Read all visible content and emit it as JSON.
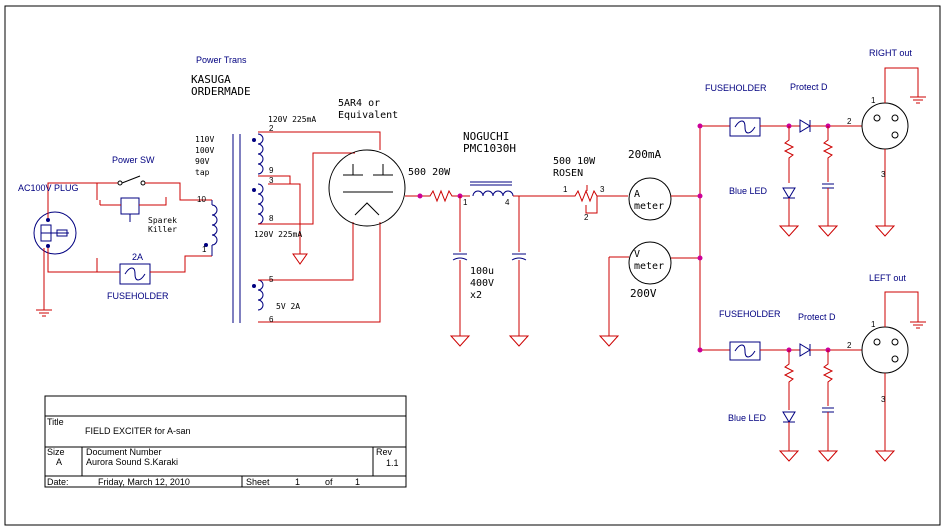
{
  "labels": {
    "ac_plug": "AC100V PLUG",
    "power_trans": "Power Trans",
    "power_sw": "Power SW",
    "kasuga": "KASUGA",
    "ordermade": "ORDERMADE",
    "spark_killer_1": "Sparek",
    "spark_killer_2": "Killer",
    "fuse_2a": "2A",
    "fuseholder_left": "FUSEHOLDER",
    "tap_110": "110V",
    "tap_100": "100V",
    "tap_90": "90V",
    "tap": "tap",
    "pin_10": "10",
    "pin_1": "1",
    "sec_top": "120V 225mA",
    "sec_bottom": "120V 225mA",
    "pin_2": "2",
    "pin_9": "9",
    "pin_3": "3",
    "pin_8": "8",
    "pin_5": "5",
    "pin_6": "6",
    "fil": "5V 2A",
    "tube_1": "5AR4 or",
    "tube_2": "Equivalent",
    "res_500_20": "500 20W",
    "choke_1": "NOGUCHI",
    "choke_2": "PMC1030H",
    "choke_pin_l": "1",
    "choke_pin_r": "4",
    "cap_1": "100u",
    "cap_2": "400V",
    "cap_3": "x2",
    "rheo_1": "500 10W",
    "rheo_2": "ROSEN",
    "rheo_p1": "1",
    "rheo_p2": "2",
    "rheo_p3": "3",
    "amp_rating": "200mA",
    "ameter_1": "A",
    "ameter_2": "meter",
    "vmeter_1": "V",
    "vmeter_2": "meter",
    "volt_rating": "200V",
    "fuseholder_r1": "FUSEHOLDER",
    "protect_r1": "Protect D",
    "right_out": "RIGHT out",
    "blue_led_1": "Blue LED",
    "fuseholder_r2": "FUSEHOLDER",
    "protect_r2": "Protect D",
    "left_out": "LEFT out",
    "blue_led_2": "Blue LED",
    "xlr_r_1": "1",
    "xlr_r_2": "2",
    "xlr_r_3": "3",
    "xlr_l_1": "1",
    "xlr_l_2": "2",
    "xlr_l_3": "3"
  },
  "title_block": {
    "title_label": "Title",
    "title_value": "FIELD EXCITER for A-san",
    "size_label": "Size",
    "size_value": "A",
    "docnum_label": "Document Number",
    "docnum_value": "Aurora Sound   S.Karaki",
    "rev_label": "Rev",
    "rev_value": "1.1",
    "date_label": "Date:",
    "date_value": "Friday, March 12, 2010",
    "sheet_label": "Sheet",
    "sheet_value": "1",
    "of_label": "of",
    "of_value": "1"
  }
}
